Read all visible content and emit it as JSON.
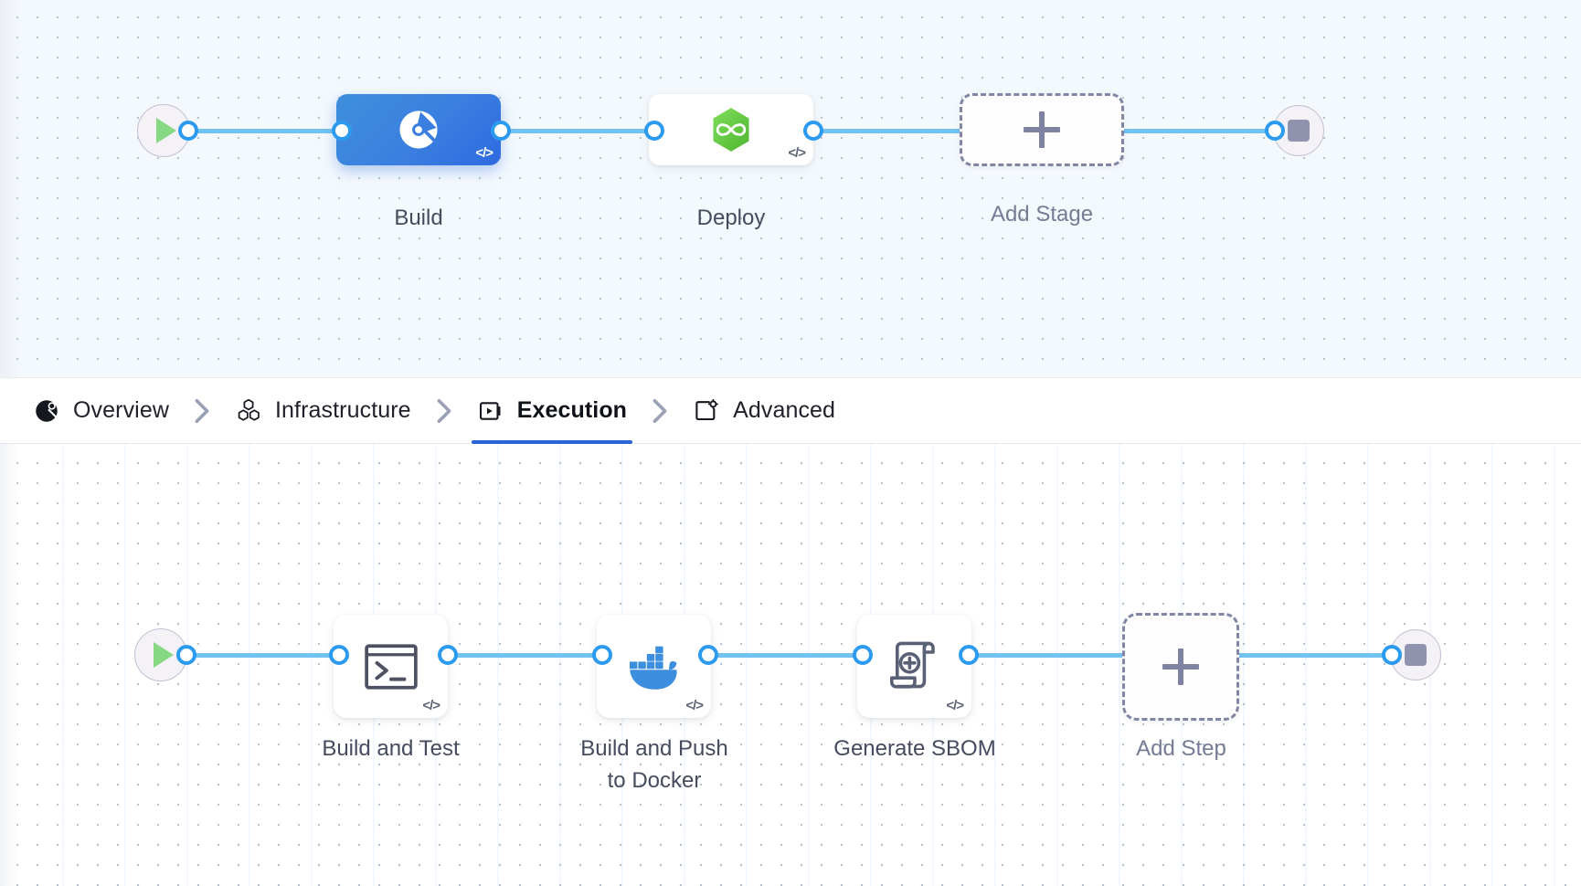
{
  "pipeline": {
    "stages_canvas": {
      "start_node": {
        "icon": "play-icon",
        "name": "pipeline-start"
      },
      "end_node": {
        "icon": "stop-icon",
        "name": "pipeline-end"
      },
      "stages": [
        {
          "label": "Build",
          "icon": "build-stage-icon",
          "selected": true,
          "badge": "</>"
        },
        {
          "label": "Deploy",
          "icon": "deploy-stage-icon",
          "selected": false,
          "badge": "</>"
        }
      ],
      "add_stage": {
        "label": "Add Stage",
        "icon": "plus-icon"
      }
    },
    "steps_canvas": {
      "start_node": {
        "icon": "play-icon",
        "name": "execution-start"
      },
      "end_node": {
        "icon": "stop-icon",
        "name": "execution-end"
      },
      "steps": [
        {
          "label": "Build and Test",
          "icon": "terminal-icon",
          "badge": "</>"
        },
        {
          "label": "Build and Push\nto Docker",
          "icon": "docker-icon",
          "badge": "</>"
        },
        {
          "label": "Generate SBOM",
          "icon": "scroll-plus-icon",
          "badge": "</>"
        }
      ],
      "add_step": {
        "label": "Add Step",
        "icon": "plus-icon"
      }
    }
  },
  "tabs": {
    "items": [
      {
        "label": "Overview",
        "icon": "overview-icon",
        "active": false
      },
      {
        "label": "Infrastructure",
        "icon": "infrastructure-icon",
        "active": false
      },
      {
        "label": "Execution",
        "icon": "execution-icon",
        "active": true
      },
      {
        "label": "Advanced",
        "icon": "advanced-icon",
        "active": false
      }
    ],
    "separator_icon": "chevron-right-icon"
  },
  "colors": {
    "accent_blue": "#2b63d9",
    "edge_blue": "#72c2f1",
    "port_blue": "#2c9bef",
    "selected_stage": "#3a7fe0",
    "deploy_green": "#6ecd4a",
    "docker_blue": "#3d8ede",
    "start_green": "#86d882",
    "stop_gray": "#8f93ad",
    "canvas_top": "#f4f9fd",
    "canvas_bottom": "#ffffff"
  }
}
